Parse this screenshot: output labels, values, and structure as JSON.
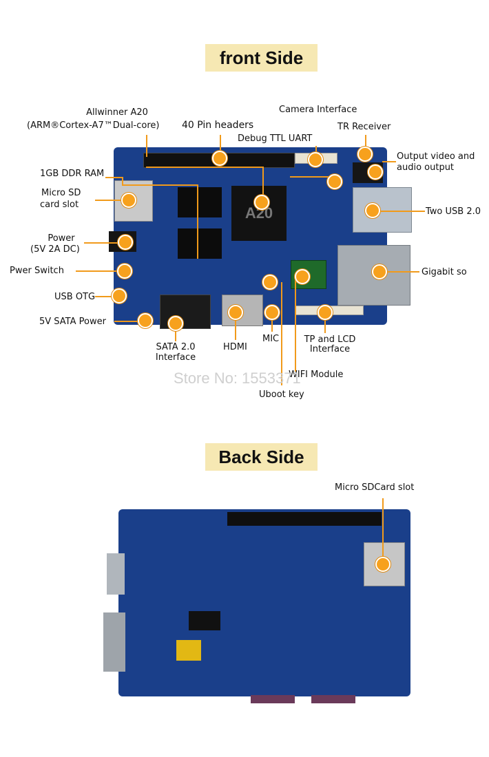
{
  "front": {
    "title": "front Side",
    "labels": {
      "allwinner": "Allwinner A20",
      "arm_core": "(ARM®Cortex-A7™Dual-core)",
      "pin_headers": "40 Pin headers",
      "camera": "Camera Interface",
      "debug_uart": "Debug TTL UART",
      "tr_receiver": "TR Receiver",
      "output_video": "Output video and",
      "audio_output": "audio output",
      "ddr": "1GB DDR RAM",
      "microsd_1": "Micro SD",
      "microsd_2": "card slot",
      "power_1": "Power",
      "power_2": "(5V 2A DC)",
      "pwer_switch": "Pwer Switch",
      "usb_otg": "USB OTG",
      "sata_power": "5V SATA Power",
      "two_usb": "Two USB 2.0",
      "gigabit": "Gigabit so",
      "sata_1": "SATA 2.0",
      "sata_2": "Interface",
      "hdmi": "HDMI",
      "mic": "MIC",
      "tp_lcd_1": "TP and LCD",
      "tp_lcd_2": "Interface",
      "wifi": "WIFI Module",
      "uboot": "Uboot key"
    },
    "chip_text": "A20",
    "watermark": "Store No: 1553371"
  },
  "back": {
    "title": "Back Side",
    "labels": {
      "microsd": "Micro SDCard slot"
    }
  },
  "colors": {
    "accent": "#f19a1a",
    "banner": "#f6e8b3",
    "board": "#1a3f8a"
  }
}
